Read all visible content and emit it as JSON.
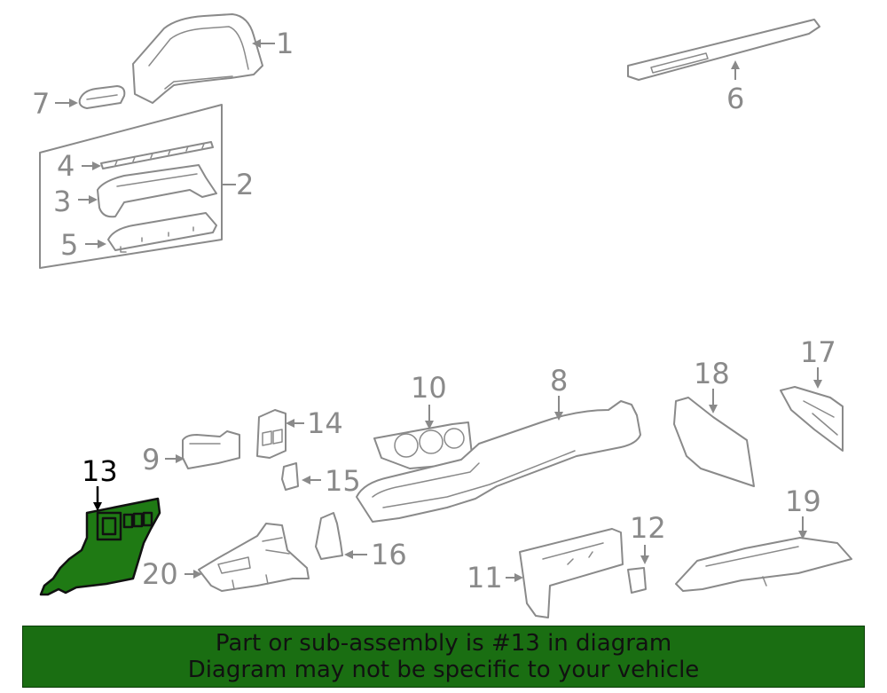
{
  "callouts": {
    "c1": "1",
    "c2": "2",
    "c3": "3",
    "c4": "4",
    "c5": "5",
    "c6": "6",
    "c7": "7",
    "c8": "8",
    "c9": "9",
    "c10": "10",
    "c11": "11",
    "c12": "12",
    "c13": "13",
    "c14": "14",
    "c15": "15",
    "c16": "16",
    "c17": "17",
    "c18": "18",
    "c19": "19",
    "c20": "20"
  },
  "highlighted_part": "13",
  "banner": {
    "line1": "Part or sub-assembly is #13 in diagram",
    "line2": "Diagram may not be specific to your vehicle"
  },
  "colors": {
    "highlight_fill": "#1f7a14",
    "banner_bg": "#1a6e12",
    "line_art": "#8a8a8a",
    "active_callout": "#000000"
  }
}
